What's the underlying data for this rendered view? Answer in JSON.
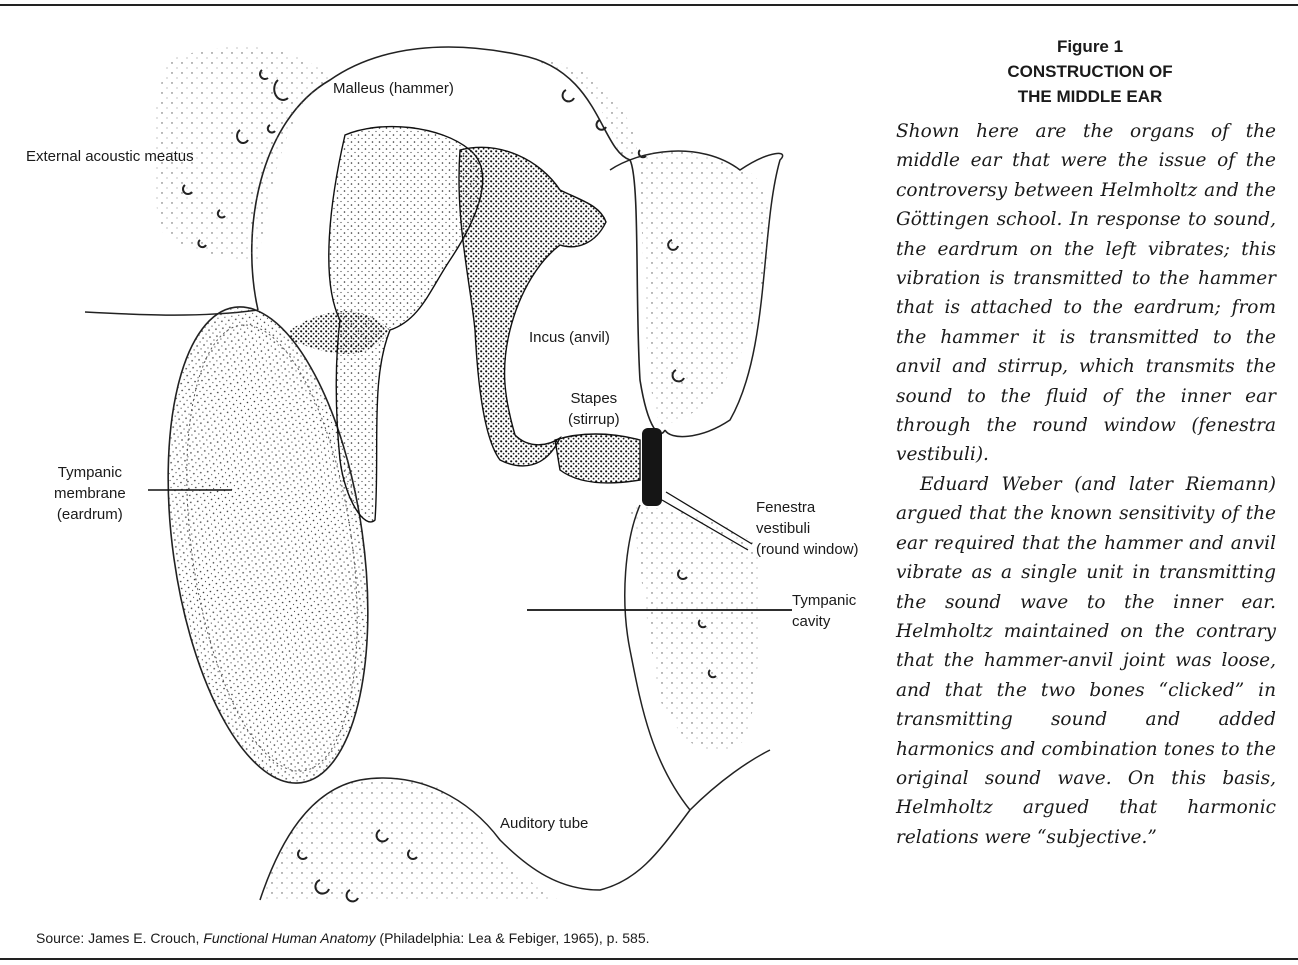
{
  "figure": {
    "number": "Figure 1",
    "title_line1": "CONSTRUCTION OF",
    "title_line2": "THE MIDDLE EAR"
  },
  "labels": {
    "malleus": "Malleus (hammer)",
    "external_meatus": "External acoustic meatus",
    "incus": "Incus (anvil)",
    "stapes_line1": "Stapes",
    "stapes_line2": "(stirrup)",
    "tympanic_membrane_line1": "Tympanic",
    "tympanic_membrane_line2": "membrane",
    "tympanic_membrane_line3": "(eardrum)",
    "fenestra_line1": "Fenestra",
    "fenestra_line2": "vestibuli",
    "fenestra_line3": "(round window)",
    "tympanic_cavity_line1": "Tympanic",
    "tympanic_cavity_line2": "cavity",
    "auditory_tube": "Auditory tube"
  },
  "caption": {
    "paragraph1": "Shown here are the organs of the middle ear that were the issue of the controversy between Helmholtz and the Göttingen school. In response to sound, the eardrum on the left vibrates; this vibration is transmitted to the hammer that is attached to the eardrum; from the hammer it is transmitted to the anvil and stirrup, which transmits the sound to the fluid of the inner ear through the round window (fenestra vestibuli).",
    "paragraph2": "Eduard Weber (and later Riemann) argued that the known sensitivity of the ear required that the hammer and anvil vibrate as a single unit in transmitting the sound wave to the inner ear. Helmholtz maintained on the contrary that the hammer-anvil joint was loose, and that the two bones “clicked” in transmitting sound and added harmonics and combination tones to the original sound wave. On this basis, Helmholtz argued that harmonic relations were “subjective.”"
  },
  "source": {
    "prefix": "Source: James E. Crouch, ",
    "book": "Functional Human Anatomy",
    "suffix": " (Philadelphia: Lea & Febiger, 1965), p. 585."
  }
}
